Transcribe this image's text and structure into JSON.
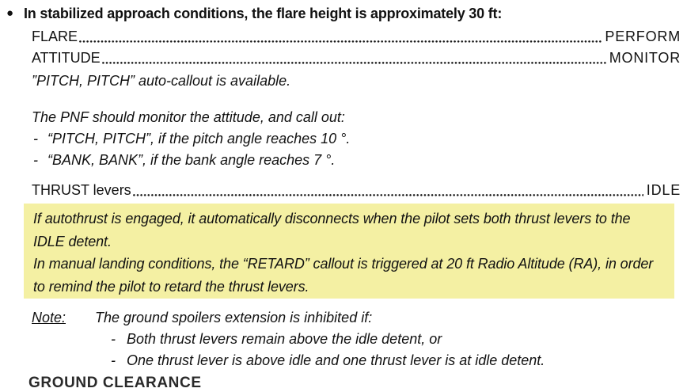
{
  "colors": {
    "highlight_background": "#f4f0a3",
    "text": "#111111"
  },
  "header": {
    "bullet": "●",
    "text": "In stabilized approach conditions, the flare height is approximately 30 ft:"
  },
  "procedure": [
    {
      "label": "FLARE",
      "action": "PERFORM"
    },
    {
      "label": "ATTITUDE",
      "action": "MONITOR"
    }
  ],
  "auto_callout_note": "”PITCH, PITCH” auto-callout is available.",
  "pnf": {
    "intro": "The PNF should monitor the attitude, and call out:",
    "items": [
      {
        "dash": "-",
        "text": "“PITCH, PITCH”, if the pitch angle reaches 10 °."
      },
      {
        "dash": "-",
        "text": "“BANK, BANK”, if the bank angle reaches 7 °."
      }
    ]
  },
  "thrust": {
    "label": "THRUST levers",
    "action": "IDLE"
  },
  "highlight_box": {
    "paragraphs": [
      "If autothrust is engaged, it automatically disconnects when the pilot sets both thrust levers to the IDLE detent.",
      "In manual landing conditions, the “RETARD” callout is triggered at 20 ft Radio Altitude (RA), in order to remind the pilot to retard the thrust levers."
    ]
  },
  "note": {
    "label": "Note:",
    "intro": "The ground spoilers extension is inhibited if:",
    "items": [
      {
        "dash": "-",
        "text": "Both thrust levers remain above the idle detent, or"
      },
      {
        "dash": "-",
        "text": "One thrust lever is above idle and one thrust lever is at idle detent."
      }
    ]
  },
  "next_section": {
    "heading": "GROUND CLEARANCE"
  }
}
